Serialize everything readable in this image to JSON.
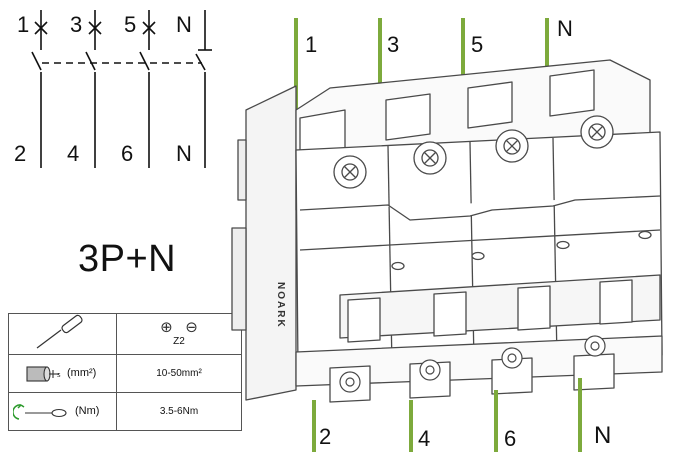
{
  "schematic": {
    "top_labels": [
      "1",
      "3",
      "5",
      "N"
    ],
    "bottom_labels": [
      "2",
      "4",
      "6",
      "N"
    ]
  },
  "configuration": "3P+N",
  "spec_table": {
    "rows": [
      {
        "icon": "screwdriver-icon",
        "symbols": [
          "⊕",
          "⊖"
        ],
        "value": "Z2"
      },
      {
        "icon": "cable-icon",
        "unit": "(mm²)",
        "value": "10-50mm²"
      },
      {
        "icon": "torque-screwdriver-icon",
        "unit": "(Nm)",
        "value": "3.5-6Nm"
      }
    ]
  },
  "device": {
    "brand": "NOARK",
    "top_terminal_labels": [
      "1",
      "3",
      "5",
      "N"
    ],
    "bottom_terminal_labels": [
      "2",
      "4",
      "6",
      "N"
    ],
    "wire_color": "#7daa3c",
    "body_stroke": "#4a4a4a"
  }
}
